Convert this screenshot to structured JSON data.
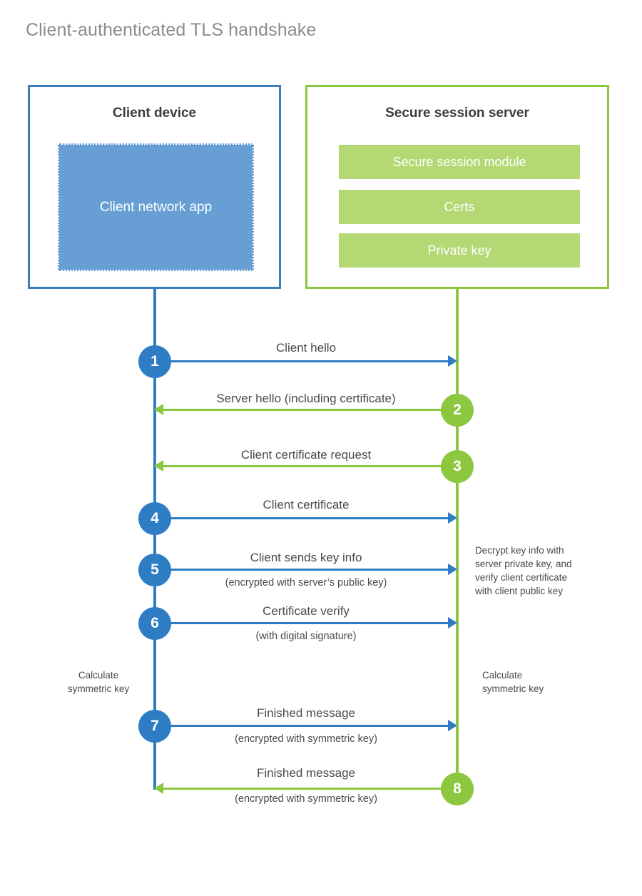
{
  "title": "Client-authenticated TLS handshake",
  "colors": {
    "client_blue": "#2e7dc4",
    "client_box_border": "#3a7dba",
    "client_app_fill": "#679fd5",
    "server_green": "#8dc63f",
    "server_bar_fill": "#b4d873",
    "title_gray": "#8c8c8c",
    "text_gray": "#4a4a4a",
    "heading_gray": "#3b3b3b",
    "background": "#ffffff"
  },
  "parties": {
    "client": {
      "title": "Client device",
      "app_label": "Client network app"
    },
    "server": {
      "title": "Secure session server",
      "modules": [
        "Secure session module",
        "Certs",
        "Private key"
      ]
    }
  },
  "notes": {
    "server_decrypt": "Decrypt key info with\nserver private key, and\nverify client certificate\nwith client public key",
    "client_calculate": "Calculate\nsymmetric key",
    "server_calculate": "Calculate\nsymmetric key"
  },
  "chart_data": {
    "type": "diagram",
    "diagram_kind": "sequence",
    "title": "Client-authenticated TLS handshake",
    "actors": [
      "Client device",
      "Secure session server"
    ],
    "steps": [
      {
        "number": "1",
        "label": "Client hello",
        "sublabel": "",
        "direction": "client-to-server",
        "color": "#2e7dc4"
      },
      {
        "number": "2",
        "label": "Server hello (including certificate)",
        "sublabel": "",
        "direction": "server-to-client",
        "color": "#8dc63f"
      },
      {
        "number": "3",
        "label": "Client certificate request",
        "sublabel": "",
        "direction": "server-to-client",
        "color": "#8dc63f"
      },
      {
        "number": "4",
        "label": "Client certificate",
        "sublabel": "",
        "direction": "client-to-server",
        "color": "#2e7dc4"
      },
      {
        "number": "5",
        "label": "Client sends key info",
        "sublabel": "(encrypted with server’s public key)",
        "direction": "client-to-server",
        "color": "#2e7dc4"
      },
      {
        "number": "6",
        "label": "Certificate verify",
        "sublabel": "(with digital signature)",
        "direction": "client-to-server",
        "color": "#2e7dc4"
      },
      {
        "number": "7",
        "label": "Finished message",
        "sublabel": "(encrypted with symmetric key)",
        "direction": "client-to-server",
        "color": "#2e7dc4"
      },
      {
        "number": "8",
        "label": "Finished message",
        "sublabel": "(encrypted with symmetric key)",
        "direction": "server-to-client",
        "color": "#8dc63f"
      }
    ]
  }
}
